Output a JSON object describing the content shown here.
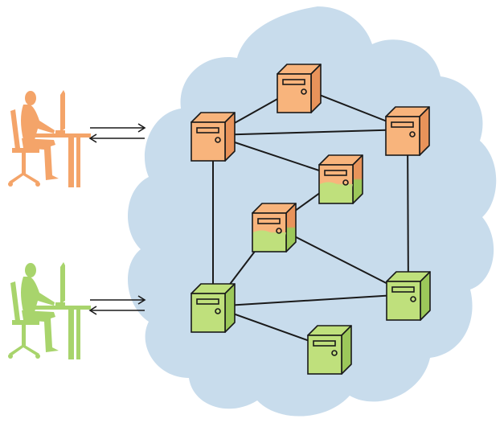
{
  "colors": {
    "cloud": "#c8dcec",
    "orange": "#f8b47c",
    "orange_dark": "#e8935a",
    "green": "#bfe07c",
    "green_dark": "#9cc85a",
    "user_orange": "#f4a469",
    "user_green": "#a8d46c",
    "stroke": "#1a1a1a"
  },
  "diagram": {
    "users": [
      {
        "id": "user-orange",
        "color_key": "user_orange",
        "icon": "person-at-computer-icon"
      },
      {
        "id": "user-green",
        "color_key": "user_green",
        "icon": "person-at-computer-icon"
      }
    ],
    "servers": [
      {
        "id": "s-top",
        "state": "orange"
      },
      {
        "id": "s-upper-left",
        "state": "orange"
      },
      {
        "id": "s-upper-right",
        "state": "orange"
      },
      {
        "id": "s-mid-right",
        "state": "mixed"
      },
      {
        "id": "s-mid-left",
        "state": "mixed"
      },
      {
        "id": "s-lower-left",
        "state": "green"
      },
      {
        "id": "s-lower-right",
        "state": "green"
      },
      {
        "id": "s-bottom",
        "state": "green"
      }
    ],
    "links": [
      [
        "s-upper-left",
        "s-top"
      ],
      [
        "s-top",
        "s-upper-right"
      ],
      [
        "s-upper-left",
        "s-upper-right"
      ],
      [
        "s-upper-left",
        "s-mid-right"
      ],
      [
        "s-upper-left",
        "s-lower-left"
      ],
      [
        "s-upper-right",
        "s-lower-right"
      ],
      [
        "s-mid-right",
        "s-mid-left"
      ],
      [
        "s-mid-left",
        "s-lower-left"
      ],
      [
        "s-mid-left",
        "s-lower-right"
      ],
      [
        "s-lower-left",
        "s-lower-right"
      ],
      [
        "s-lower-left",
        "s-bottom"
      ]
    ]
  }
}
